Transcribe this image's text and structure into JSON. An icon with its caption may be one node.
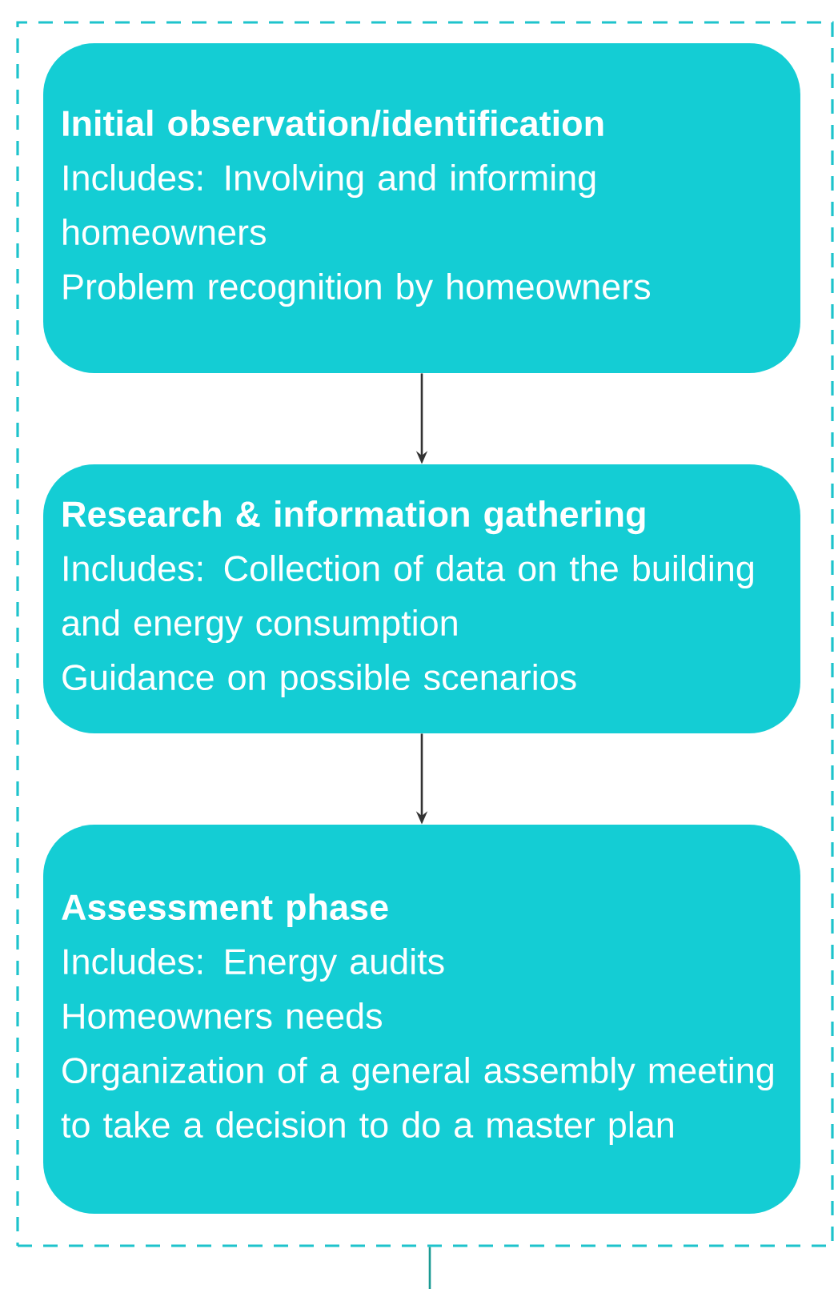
{
  "diagram": {
    "nodes": [
      {
        "text": [],
        "shape": "box"
      },
      {
        "text": [
          "Initial observation/identification",
          "Includes: Involving and informing homeowners",
          "Problem recognition by homeowners"
        ],
        "in": 0
      },
      {
        "text": [
          "Research & information gathering",
          "Includes: Collection of data on the building and energy consumption",
          "Guidance on possible scenarios"
        ],
        "in": 0
      },
      {
        "text": [
          "Assessment phase",
          "Includes: Energy audits",
          "Homeowners needs",
          "Organization of a general assembly meeting to take a decision to do a master plan"
        ],
        "in": 0
      }
    ],
    "edges": [
      {
        "from": 1,
        "to": 2,
        "arrow": "to"
      },
      {
        "from": 2,
        "to": 3,
        "arrow": "to"
      },
      {
        "from": 0,
        "to": null,
        "arrow": "none",
        "color": "#1a9a93"
      }
    ]
  }
}
